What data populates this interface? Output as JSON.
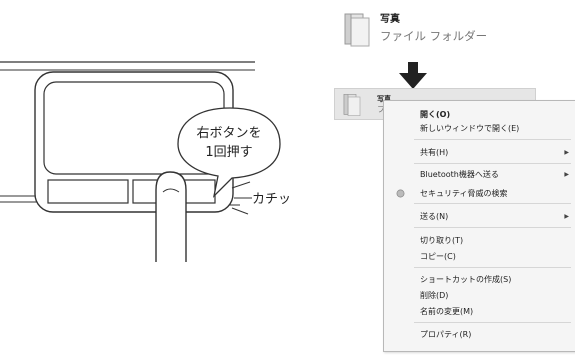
{
  "illustration": {
    "callout_text_line1": "右ボタンを",
    "callout_text_line2": "1回押す",
    "click_sound": "カチッ"
  },
  "folder_top": {
    "name": "写真",
    "type": "ファイル フォルダー"
  },
  "folder_row": {
    "name": "写真",
    "type_partial": "ファ"
  },
  "context_menu": {
    "items": [
      {
        "label": "開く(O)"
      },
      {
        "label": "新しいウィンドウで開く(E)"
      },
      {
        "label": "共有(H)"
      },
      {
        "label": "Bluetooth機器へ送る"
      },
      {
        "label": "セキュリティ脅威の検索"
      },
      {
        "label": "送る(N)"
      },
      {
        "label": "切り取り(T)"
      },
      {
        "label": "コピー(C)"
      },
      {
        "label": "ショートカットの作成(S)"
      },
      {
        "label": "削除(D)"
      },
      {
        "label": "名前の変更(M)"
      },
      {
        "label": "プロパティ(R)"
      }
    ]
  },
  "colors": {
    "menu_bg": "#f5f5f5",
    "selection_bg": "#e6e6e6",
    "arrow": "#222222"
  },
  "icons": [
    "folder-icon",
    "down-arrow-icon",
    "shield-icon",
    "submenu-arrow-icon"
  ]
}
